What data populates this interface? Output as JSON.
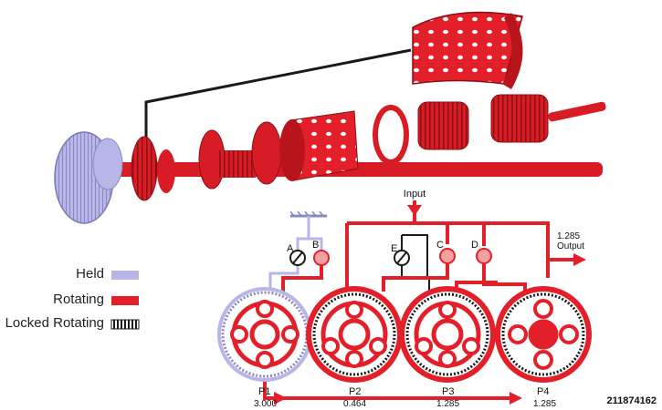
{
  "colors": {
    "rotating": "#e3202a",
    "held": "#b8b6e6",
    "dark": "#1a1a1a"
  },
  "legend": [
    {
      "label": "Held",
      "swatch": "held"
    },
    {
      "label": "Rotating",
      "swatch": "rotating"
    },
    {
      "label": "Locked Rotating",
      "swatch": "locked"
    }
  ],
  "schematic": {
    "input_label": "Input",
    "output_value": "1.285",
    "output_label": "Output",
    "elements": [
      "A",
      "B",
      "E",
      "C",
      "D"
    ],
    "planets": [
      {
        "name": "P1",
        "ratio": "3.000",
        "state": "held"
      },
      {
        "name": "P2",
        "ratio": "0.464",
        "state": "rotating"
      },
      {
        "name": "P3",
        "ratio": "1.285",
        "state": "rotating"
      },
      {
        "name": "P4",
        "ratio": "1.285",
        "state": "rotating"
      }
    ]
  },
  "figure_id": "211874162"
}
